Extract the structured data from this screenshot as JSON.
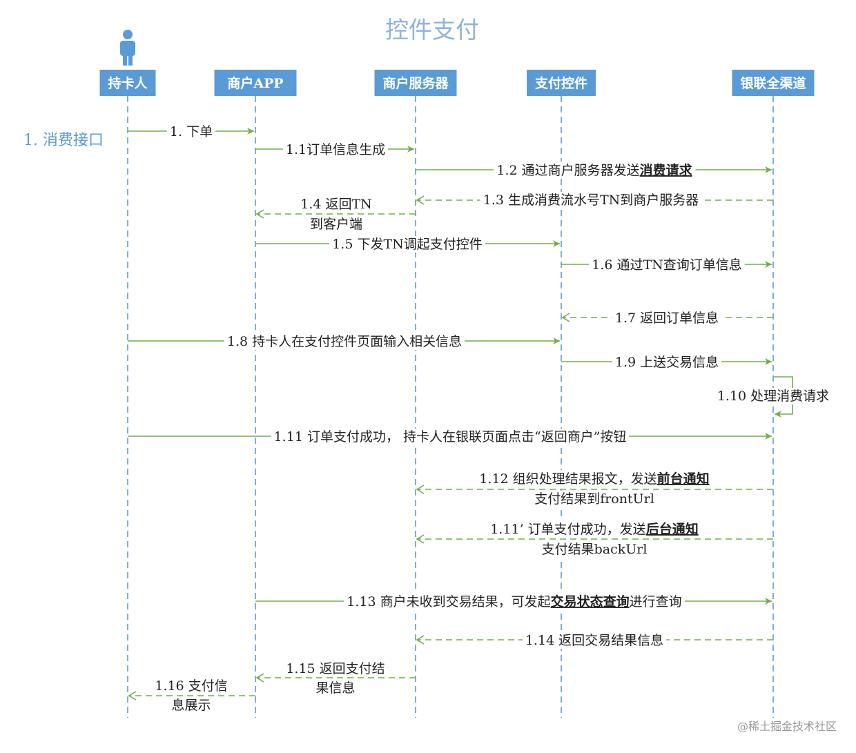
{
  "title": "控件支付",
  "section_label": "1. 消费接口",
  "watermark": "@稀土掘金技术社区",
  "colors": {
    "actor_fill": "#5b9bd5",
    "lifeline": "#5b9bd5",
    "arrow": "#70ad47",
    "title": "#8fb3db",
    "section": "#5b9bd5"
  },
  "person_icon": "person-icon",
  "actors": [
    {
      "id": "cardholder",
      "label": "持卡人"
    },
    {
      "id": "merchant_app",
      "label": "商户APP"
    },
    {
      "id": "merchant_server",
      "label": "商户服务器"
    },
    {
      "id": "payment_control",
      "label": "支付控件"
    },
    {
      "id": "unionpay",
      "label": "银联全渠道"
    }
  ],
  "messages": [
    {
      "from": "cardholder",
      "to": "merchant_app",
      "style": "solid",
      "lines": [
        [
          "1. 下单"
        ]
      ]
    },
    {
      "from": "merchant_app",
      "to": "merchant_server",
      "style": "solid",
      "lines": [
        [
          "1.1订单信息生成"
        ]
      ]
    },
    {
      "from": "merchant_server",
      "to": "unionpay",
      "style": "solid",
      "lines": [
        [
          "1.2 通过商户服务器发送",
          {
            "text": "消费请求",
            "emph": true
          }
        ]
      ]
    },
    {
      "from": "unionpay",
      "to": "merchant_server",
      "style": "dashed",
      "lines": [
        [
          "1.3 生成消费流水号TN到商户服务器"
        ]
      ]
    },
    {
      "from": "merchant_server",
      "to": "merchant_app",
      "style": "dashed",
      "lines": [
        [
          "1.4 返回TN"
        ],
        [
          "到客户端"
        ]
      ]
    },
    {
      "from": "merchant_app",
      "to": "payment_control",
      "style": "solid",
      "lines": [
        [
          "1.5 下发TN调起支付控件"
        ]
      ]
    },
    {
      "from": "payment_control",
      "to": "unionpay",
      "style": "solid",
      "lines": [
        [
          "1.6 通过TN查询订单信息"
        ]
      ]
    },
    {
      "from": "unionpay",
      "to": "payment_control",
      "style": "dashed",
      "lines": [
        [
          "1.7 返回订单信息"
        ]
      ]
    },
    {
      "from": "cardholder",
      "to": "payment_control",
      "style": "solid",
      "lines": [
        [
          "1.8 持卡人在支付控件页面输入相关信息"
        ]
      ]
    },
    {
      "from": "payment_control",
      "to": "unionpay",
      "style": "solid",
      "lines": [
        [
          "1.9 上送交易信息"
        ]
      ]
    },
    {
      "from": "unionpay",
      "to": "unionpay",
      "style": "self",
      "lines": [
        [
          "1.10 处理消费请求"
        ]
      ]
    },
    {
      "from": "cardholder",
      "to": "unionpay",
      "style": "solid",
      "lines": [
        [
          "1.11 订单支付成功， 持卡人在银联页面点击“返回商户”按钮"
        ]
      ]
    },
    {
      "from": "unionpay",
      "to": "merchant_server",
      "style": "dashed",
      "lines": [
        [
          "1.12 组织处理结果报文，发送",
          {
            "text": "前台通知",
            "emph": true
          }
        ],
        [
          "支付结果到frontUrl"
        ]
      ]
    },
    {
      "from": "unionpay",
      "to": "merchant_server",
      "style": "dashed",
      "lines": [
        [
          "1.11’ 订单支付成功，发送",
          {
            "text": "后台通知",
            "emph": true
          }
        ],
        [
          "支付结果backUrl"
        ]
      ]
    },
    {
      "from": "merchant_app",
      "to": "unionpay",
      "style": "solid",
      "lines": [
        [
          "1.13 商户未收到交易结果，可发起",
          {
            "text": "交易状态查询",
            "emph": true
          },
          "进行查询"
        ]
      ]
    },
    {
      "from": "unionpay",
      "to": "merchant_server",
      "style": "dashed",
      "lines": [
        [
          "1.14 返回交易结果信息"
        ]
      ]
    },
    {
      "from": "merchant_server",
      "to": "merchant_app",
      "style": "dashed",
      "lines": [
        [
          "1.15 返回支付结"
        ],
        [
          "果信息"
        ]
      ]
    },
    {
      "from": "merchant_app",
      "to": "cardholder",
      "style": "dashed",
      "lines": [
        [
          "1.16 支付信"
        ],
        [
          "息展示"
        ]
      ]
    }
  ]
}
